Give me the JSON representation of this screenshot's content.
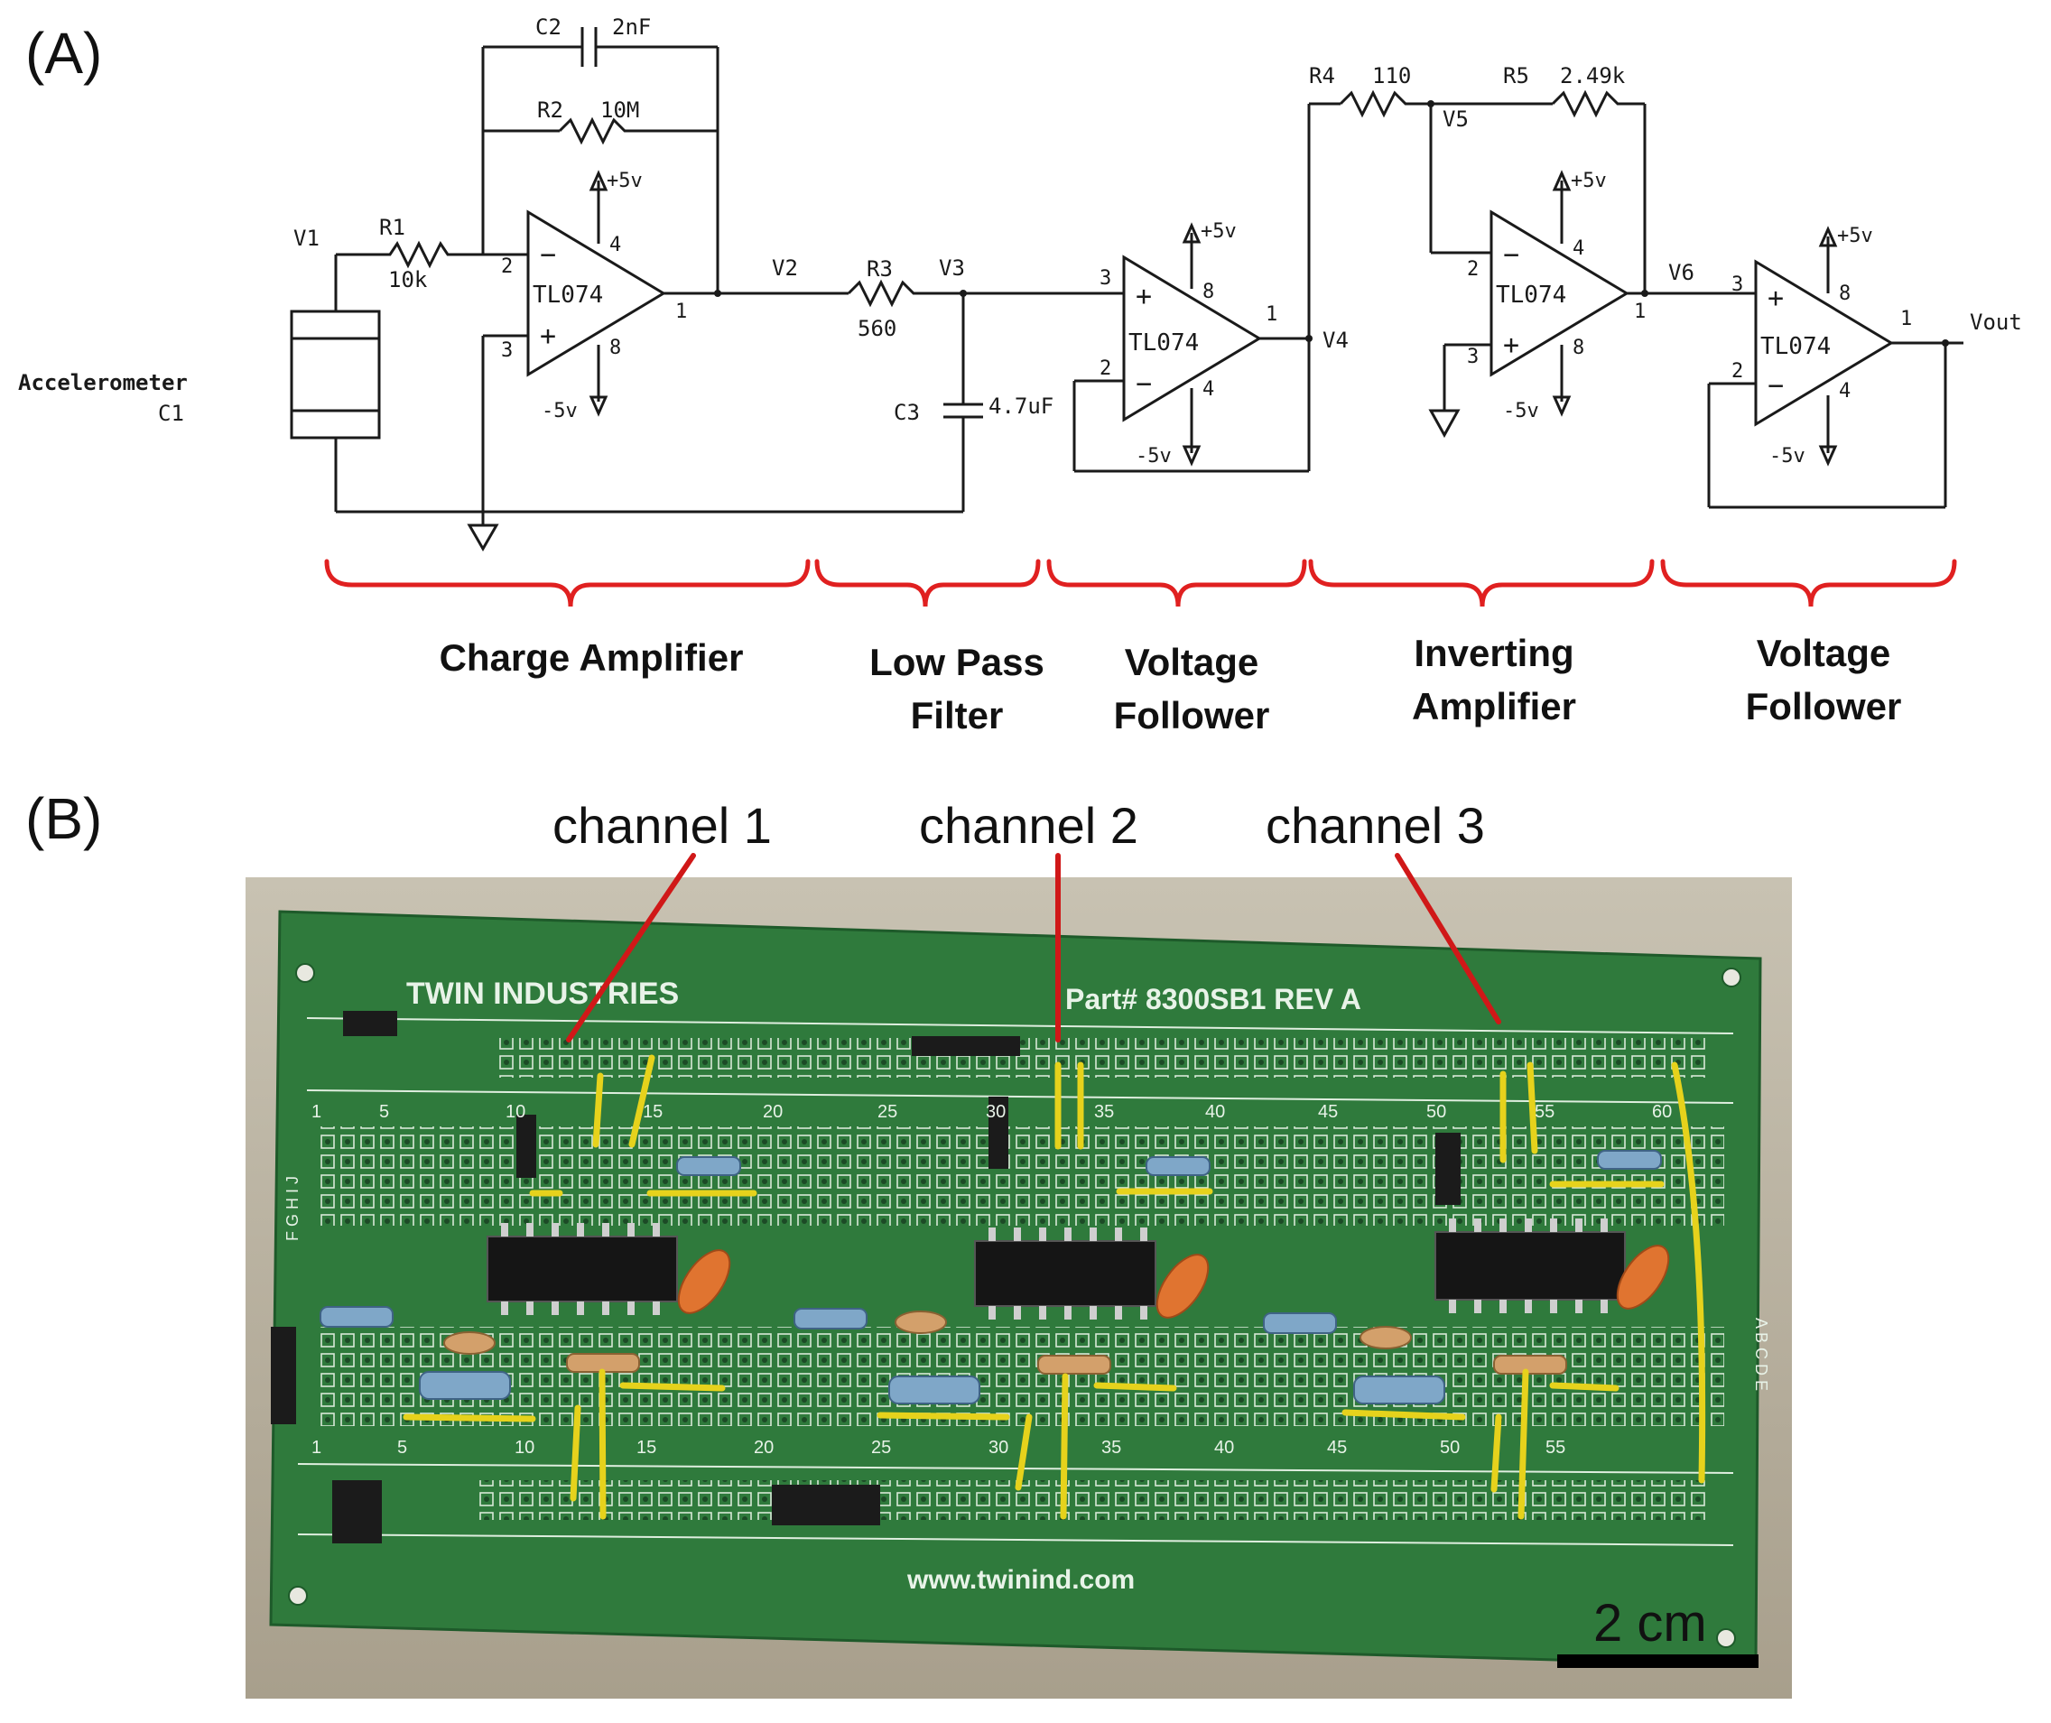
{
  "panels": {
    "a_label": "(A)",
    "b_label": "(B)"
  },
  "schematic": {
    "c2": {
      "ref": "C2",
      "value": "2nF"
    },
    "r2": {
      "ref": "R2",
      "value": "10M"
    },
    "r1": {
      "ref": "R1",
      "value": "10k"
    },
    "r3": {
      "ref": "R3",
      "value": "560"
    },
    "c3": {
      "ref": "C3",
      "value": "4.7uF"
    },
    "r4": {
      "ref": "R4",
      "value": "110"
    },
    "r5": {
      "ref": "R5",
      "value": "2.49k"
    },
    "chip": "TL074",
    "vpos": "+5v",
    "vneg": "-5v",
    "nodes": {
      "v1": "V1",
      "v2": "V2",
      "v3": "V3",
      "v4": "V4",
      "v5": "V5",
      "v6": "V6",
      "vout": "Vout"
    },
    "sensor": {
      "name": "Accelerometer",
      "ref": "C1"
    },
    "pins": {
      "p1": "1",
      "p2": "2",
      "p3": "3",
      "p4": "4",
      "p8": "8"
    }
  },
  "stages": [
    {
      "label": "Charge Amplifier"
    },
    {
      "label": "Low Pass\nFilter"
    },
    {
      "label": "Voltage\nFollower"
    },
    {
      "label": "Inverting\nAmplifier"
    },
    {
      "label": "Voltage\nFollower"
    }
  ],
  "channels": [
    "channel 1",
    "channel 2",
    "channel 3"
  ],
  "board": {
    "header": "TWIN INDUSTRIES",
    "part": "Part# 8300SB1 REV A",
    "website": "www.twinind.com",
    "top_numbers": [
      "1",
      "5",
      "10",
      "15",
      "20",
      "25",
      "30",
      "35",
      "40",
      "45",
      "50",
      "55",
      "60"
    ],
    "bottom_numbers": [
      "1",
      "5",
      "10",
      "15",
      "20",
      "25",
      "30",
      "35",
      "40",
      "45",
      "50",
      "55"
    ],
    "row_letters_top": "F G H I J",
    "row_letters_bottom": "A B C D E"
  },
  "scale_bar": {
    "label": "2 cm"
  },
  "colors": {
    "bracket": "#e02020",
    "pointer": "#d01818",
    "board": "#2f7a3c",
    "wire": "#e6d21c",
    "chip": "#151515"
  }
}
